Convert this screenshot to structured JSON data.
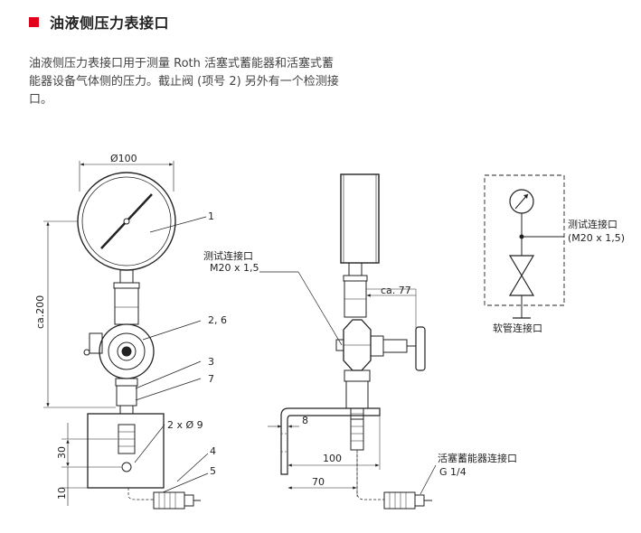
{
  "header": {
    "title": "油液侧压力表接口"
  },
  "description": {
    "line1": "油液侧压力表接口用于测量 Roth 活塞式蓄能器和活塞式蓄",
    "line2": "能器设备气体侧的压力。截止阀 (项号 2) 另外有一个检测接",
    "line3": "口。"
  },
  "labels": {
    "dia100": "Ø100",
    "ca200": "ca.200",
    "test_port": "测试连接口",
    "m20": "M20 x 1,5",
    "callout_1": "1",
    "callout_26": "2, 6",
    "callout_3": "3",
    "callout_7": "7",
    "holes": "2 x Ø 9",
    "callout_4": "4",
    "callout_5": "5",
    "dim_30": "30",
    "dim_10": "10",
    "ca77": "ca. 77",
    "dim_8": "8",
    "dim_100": "100",
    "dim_70": "70",
    "accum_port": "活塞蓄能器连接口",
    "g14": "G 1/4",
    "schem_test_port": "测试连接口",
    "schem_m20": "(M20 x 1,5)",
    "hose_port": "软管连接口"
  },
  "colors": {
    "accent": "#e2001a"
  }
}
